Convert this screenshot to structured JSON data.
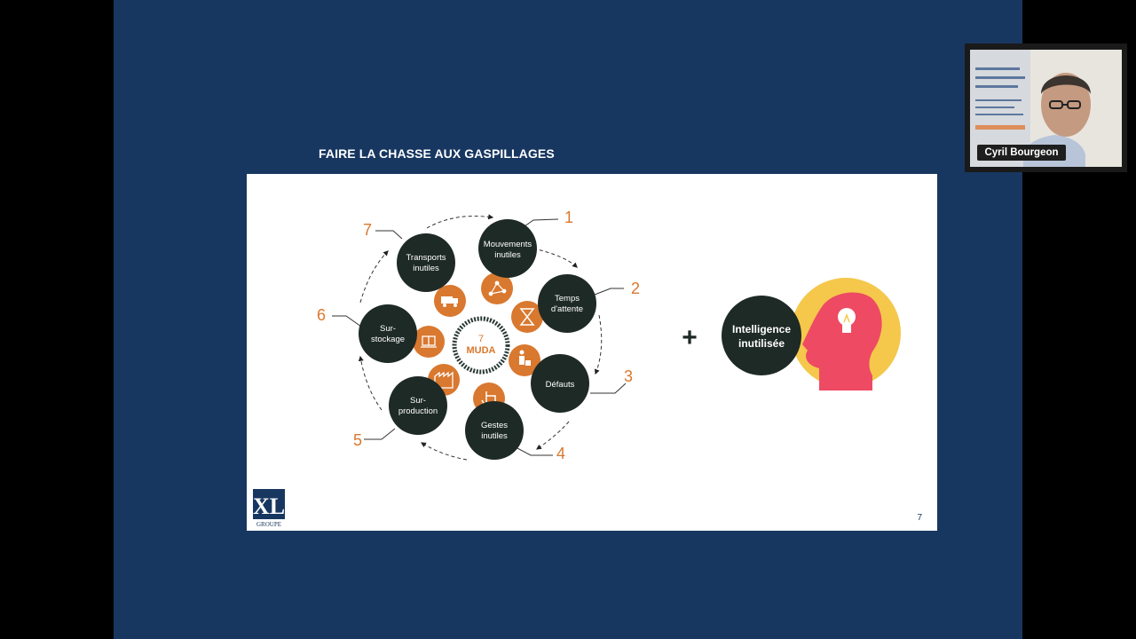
{
  "slide": {
    "title": "FAIRE LA CHASSE AUX GASPILLAGES",
    "page_number": "7",
    "center": {
      "line1": "7",
      "line2": "MUDA"
    },
    "muda": [
      {
        "num": "1",
        "line1": "Mouvements",
        "line2": "inutiles"
      },
      {
        "num": "2",
        "line1": "Temps",
        "line2": "d'attente"
      },
      {
        "num": "3",
        "line1": "Défauts",
        "line2": ""
      },
      {
        "num": "4",
        "line1": "Gestes",
        "line2": "inutiles"
      },
      {
        "num": "5",
        "line1": "Sur-",
        "line2": "production"
      },
      {
        "num": "6",
        "line1": "Sur-",
        "line2": "stockage"
      },
      {
        "num": "7",
        "line1": "Transports",
        "line2": "inutiles"
      }
    ],
    "plus": "+",
    "intelligence": {
      "line1": "Intelligence",
      "line2": "inutilisée"
    },
    "logo": {
      "mark": "XL",
      "subtitle": "GROUPE"
    },
    "colors": {
      "navy": "#173760",
      "dark_circle": "#1e2a26",
      "orange": "#d9782f",
      "yellow": "#f5c84c",
      "pink": "#ee4a63"
    }
  },
  "video": {
    "speaker_name": "Cyril Bourgeon"
  }
}
